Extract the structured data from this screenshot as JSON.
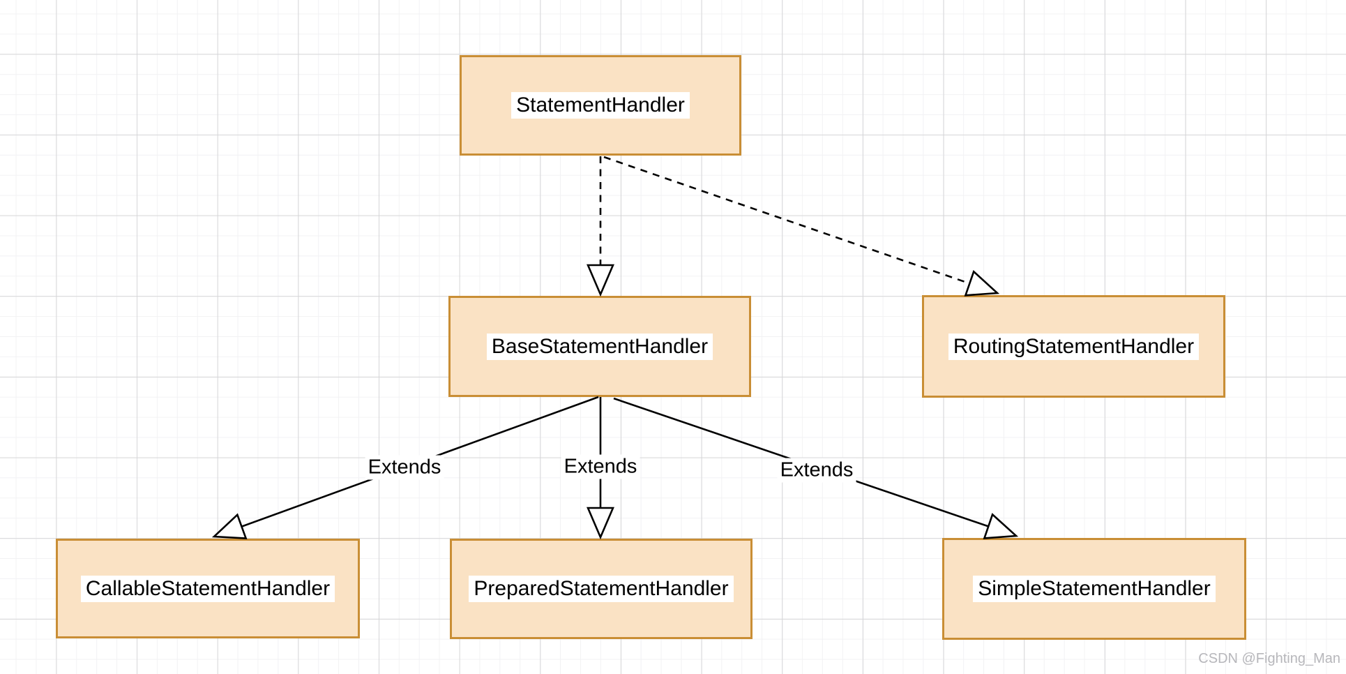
{
  "diagram": {
    "classes": [
      {
        "label": "StatementHandler"
      },
      {
        "label": "BaseStatementHandler"
      },
      {
        "label": "RoutingStatementHandler"
      },
      {
        "label": "CallableStatementHandler"
      },
      {
        "label": "PreparedStatementHandler"
      },
      {
        "label": "SimpleStatementHandler"
      }
    ],
    "edges": [
      {
        "from": "StatementHandler",
        "to": "BaseStatementHandler",
        "style": "dashed",
        "label": ""
      },
      {
        "from": "StatementHandler",
        "to": "RoutingStatementHandler",
        "style": "dashed",
        "label": ""
      },
      {
        "from": "BaseStatementHandler",
        "to": "CallableStatementHandler",
        "style": "solid",
        "label": "Extends"
      },
      {
        "from": "BaseStatementHandler",
        "to": "PreparedStatementHandler",
        "style": "solid",
        "label": "Extends"
      },
      {
        "from": "BaseStatementHandler",
        "to": "SimpleStatementHandler",
        "style": "solid",
        "label": "Extends"
      }
    ],
    "colors": {
      "node_fill": "#fae2c4",
      "node_stroke": "#c98e35",
      "edge_stroke": "#000000",
      "label_background": "#ffffff",
      "grid_minor": "#f2f2f4",
      "grid_major": "#d6d6d8",
      "watermark_text": "#b7b7bb"
    }
  },
  "watermark": {
    "text": "CSDN @Fighting_Man"
  }
}
